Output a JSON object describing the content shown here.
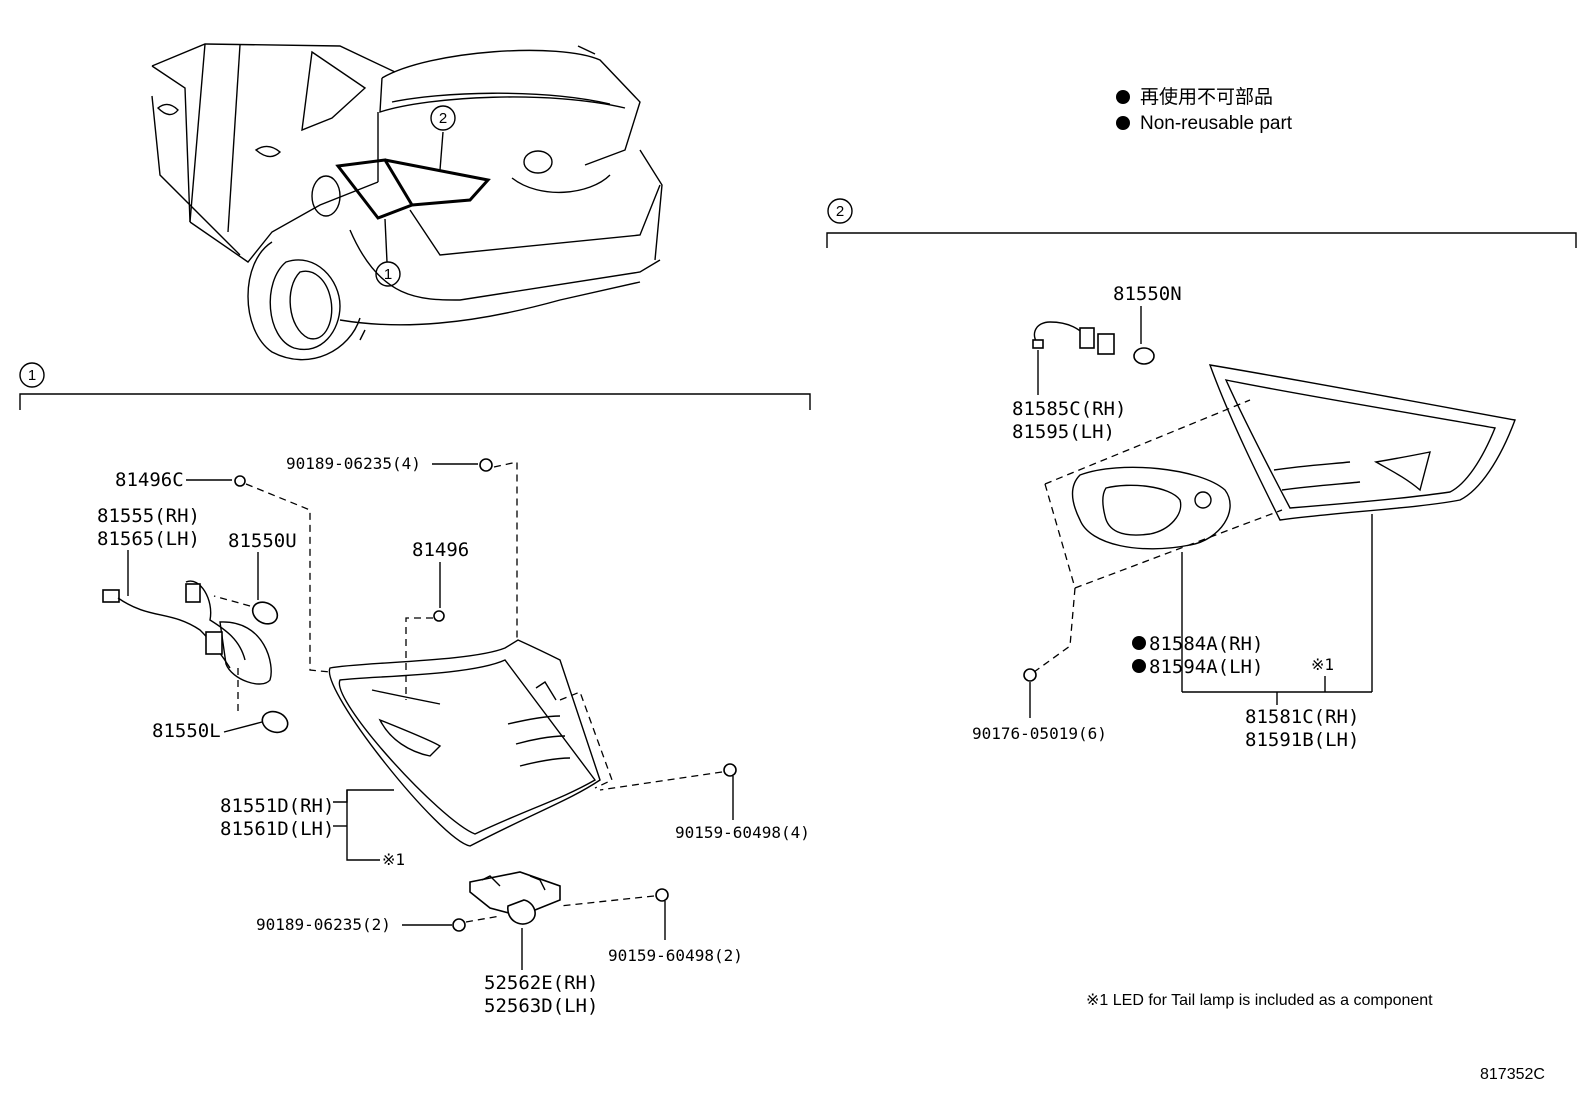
{
  "diagram_id": "817352C",
  "legend": {
    "japanese": "再使用不可部品",
    "english": "Non-reusable part"
  },
  "note": "※1 LED for Tail lamp is included as a component",
  "sections": {
    "one": {
      "marker": "1"
    },
    "two": {
      "marker": "2"
    }
  },
  "callouts": {
    "car_one": "1",
    "car_two": "2"
  },
  "parts": {
    "p81496C": "81496C",
    "p90189_06235_4": "90189-06235(4)",
    "p81555_rh": "81555(RH)",
    "p81565_lh": "81565(LH)",
    "p81550U": "81550U",
    "p81496": "81496",
    "p81550L": "81550L",
    "p81551D_rh": "81551D(RH)",
    "p81561D_lh": "81561D(LH)",
    "mark_s1_a": "※1",
    "p90159_60498_4": "90159-60498(4)",
    "p90189_06235_2": "90189-06235(2)",
    "p90159_60498_2": "90159-60498(2)",
    "p52562E_rh": "52562E(RH)",
    "p52563D_lh": "52563D(LH)",
    "p81550N": "81550N",
    "p81585C_rh": "81585C(RH)",
    "p81595_lh": "81595(LH)",
    "p81584A_rh": "81584A(RH)",
    "p81594A_lh": "81594A(LH)",
    "mark_s1_b": "※1",
    "p81581C_rh": "81581C(RH)",
    "p81591B_lh": "81591B(LH)",
    "p90176_05019_6": "90176-05019(6)"
  }
}
